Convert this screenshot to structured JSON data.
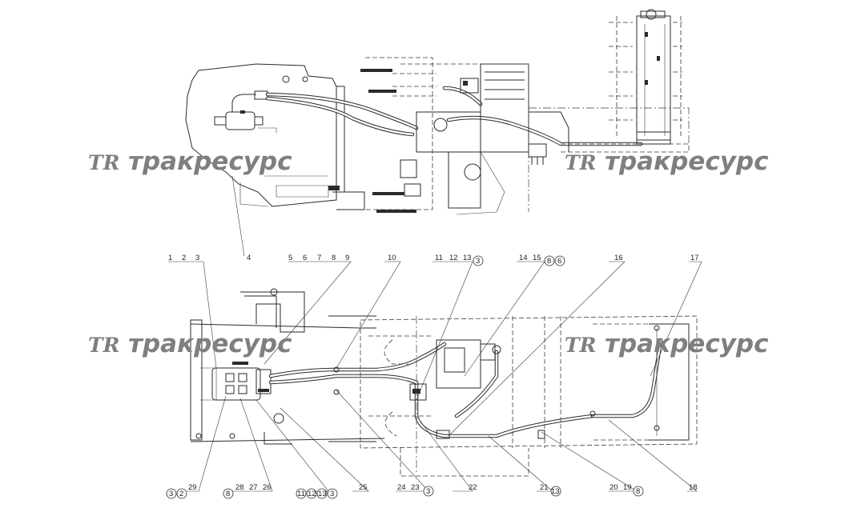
{
  "watermark": {
    "logo_text": "TR",
    "brand_text": "тракресурс"
  },
  "callouts": {
    "top_4": "4",
    "c1": "1",
    "c2": "2",
    "c3": "3",
    "c5": "5",
    "c6": "6",
    "c7": "7",
    "c8": "8",
    "c9": "9",
    "c10": "10",
    "c11": "11",
    "c12": "12",
    "c13": "13",
    "c13_circ": "3",
    "c14": "14",
    "c15": "15",
    "c15_circ_a": "8",
    "c15_circ_b": "6",
    "c16": "16",
    "c17": "17",
    "b_29": "29",
    "b_29_circ_a": "3",
    "b_29_circ_b": "2",
    "b_28": "28",
    "b_27": "27",
    "b_26": "26",
    "b_28_circ": "8",
    "b_c11": "11",
    "b_c12": "12",
    "b_c13": "13",
    "b_c3": "3",
    "b_25": "25",
    "b_24": "24",
    "b_23": "23",
    "b_23_circ": "3",
    "b_22": "22",
    "b_21": "21",
    "b_21_circ": "13",
    "b_20": "20",
    "b_19": "19",
    "b_19_circ": "8",
    "b_18": "18"
  },
  "colors": {
    "line": "#2a2a2a",
    "watermark": "#7f7f7f",
    "background": "#ffffff"
  }
}
